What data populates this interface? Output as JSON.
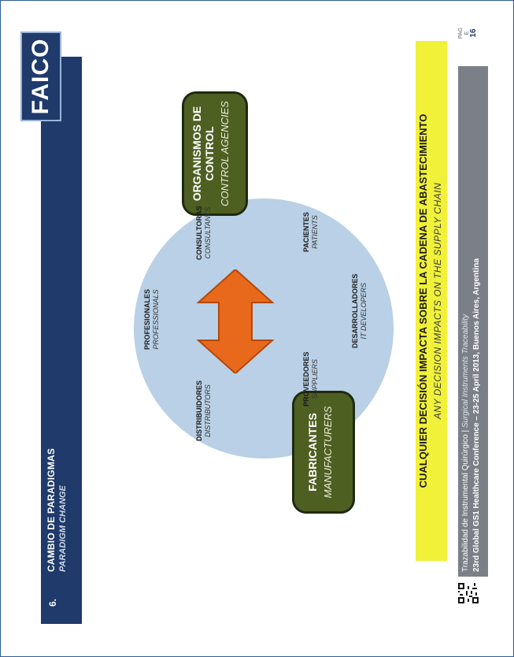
{
  "header": {
    "number": "6.",
    "title": "CAMBIO DE PARADIGMAS",
    "subtitle": "PARADIGM CHANGE",
    "color": "#1f3a6b"
  },
  "logo": {
    "text": "FAICO"
  },
  "diagram": {
    "box_left": {
      "es": "FABRICANTES",
      "en": "MANUFACTURERS",
      "color": "#4e5f22"
    },
    "box_right": {
      "es": "ORGANISMOS DE CONTROL",
      "en": "CONTROL AGENCIES",
      "color": "#4e5f22"
    },
    "actors": [
      {
        "es": "DISTRIBUIDORES",
        "en": "DISTRIBUTORS"
      },
      {
        "es": "PROFESIONALES",
        "en": "PROFESSIONALS"
      },
      {
        "es": "CONSULTORAS",
        "en": "CONSULTANTS"
      },
      {
        "es": "PROVEEDORES",
        "en": "SUPPLIERS"
      },
      {
        "es": "DESARROLLADORES",
        "en": "IT DEVELOPERS"
      },
      {
        "es": "PACIENTES",
        "en": "PATIENTS"
      }
    ],
    "circle_color": "#b9d0e6",
    "arrow_color": "#e8691b",
    "arrow_icon": "double-arrow-icon"
  },
  "banner": {
    "es": "CUALQUIER DECISIÓN IMPACTA SOBRE LA CADENA DE ABASTECIMIENTO",
    "en": "ANY DECISION IMPACTS ON THE SUPPLY CHAIN",
    "color": "#f1f13a"
  },
  "footer": {
    "line1_a": "Trazabilidad de Instrumental Quirúrgico |",
    "line1_b": "Surgical Instruments Traceability",
    "line2": "23rd Global GS1 Healthcare Conference – 23-25 April 2013, Buenos Aires, Argentina"
  },
  "page": {
    "label_1": "PAG",
    "label_2": "E",
    "number": "16"
  }
}
